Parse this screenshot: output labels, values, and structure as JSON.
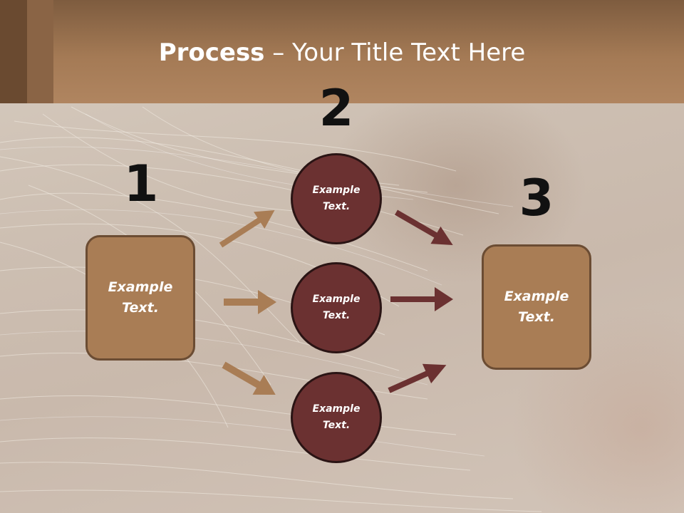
{
  "slide": {
    "title_bold": "Process",
    "title_rest": " – Your Title Text Here"
  },
  "steps": {
    "step1_number": "1",
    "step2_number": "2",
    "step3_number": "3"
  },
  "nodes": {
    "left_box": "Example Text.",
    "circle_top": "Example Text.",
    "circle_middle": "Example Text.",
    "circle_bottom": "Example Text.",
    "right_box": "Example Text."
  },
  "colors": {
    "header": "#a47a55",
    "box_fill": "#a97d55",
    "box_border": "#6b4c33",
    "circle_fill": "#6b3131",
    "circle_border": "#2a1414",
    "arrow_left": "#a97d55",
    "arrow_right": "#6b3131",
    "number_text": "#111111",
    "title_text": "#ffffff"
  }
}
